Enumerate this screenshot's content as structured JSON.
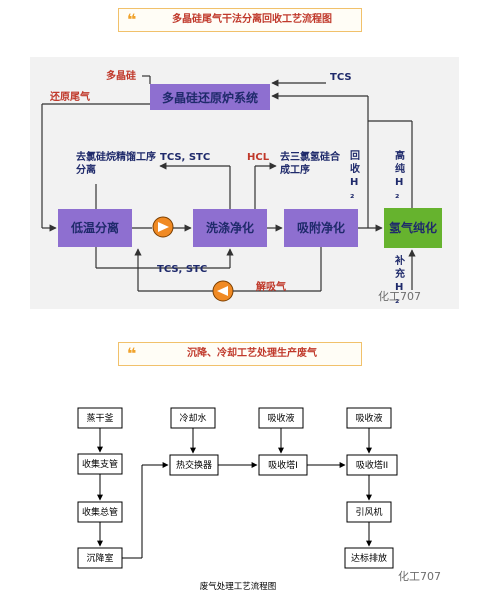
{
  "header1": "多晶硅尾气干法分离回收工艺流程图",
  "header2": "沉降、冷却工艺处理生产废气",
  "flow1": {
    "recovery_system": "多晶硅还原炉系统",
    "low_temp_sep": "低温分离",
    "wash": "洗涤净化",
    "adsorb": "吸附净化",
    "h2_purify": "氢气纯化",
    "polysilicon": "多晶硅",
    "reduction_tail": "还原尾气",
    "tcs_top": "TCS",
    "to_distill": "去氯硅烷精馏工序分离",
    "tcs_stc_1": "TCS, STC",
    "hcl": "HCL",
    "to_synthesis": "去三氯氢硅合成工序",
    "recycle_h2": "回收H₂",
    "high_purity_h2": "高纯H₂",
    "tcs_stc_2": "TCS, STC",
    "desorb_gas": "解吸气",
    "makeup_h2": "补充H₂"
  },
  "flow2": {
    "col1": [
      "蒸干釜",
      "收集支管",
      "收集总管",
      "沉降室"
    ],
    "cooling_water": "冷却水",
    "heat_exchanger": "热交换器",
    "absorb_liquid_1": "吸收液",
    "absorber_1": "吸收塔I",
    "absorb_liquid_2": "吸收液",
    "absorber_2": "吸收塔II",
    "fan": "引风机",
    "discharge": "达标排放",
    "caption": "废气处理工艺流程图"
  },
  "watermark": "化工707",
  "colors": {
    "purple": "#8e6fd0",
    "green": "#66b32e",
    "orange": "#f08a24",
    "red_text": "#c0392b",
    "navy_text": "#1f2a6b",
    "panel_bg": "#f2f2f2"
  }
}
